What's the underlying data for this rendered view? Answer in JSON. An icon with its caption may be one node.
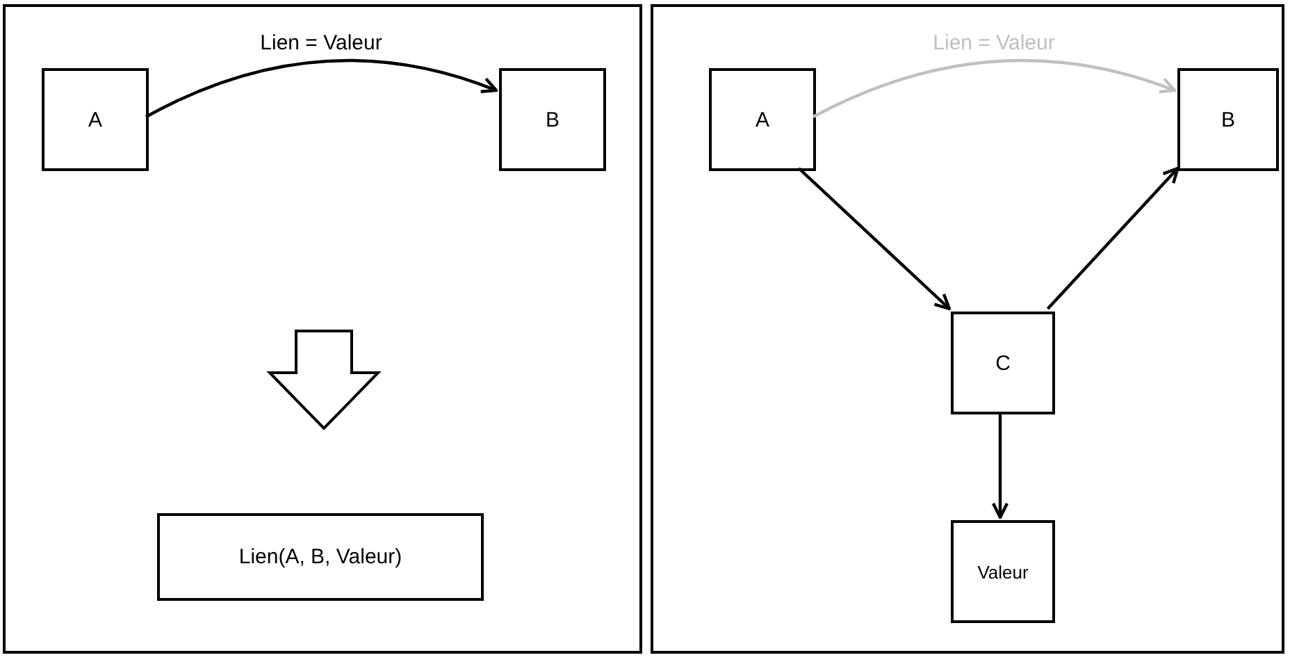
{
  "diagram": {
    "nodes": [
      {
        "text": [],
        "shape": "box"
      },
      {
        "text": [
          "A"
        ],
        "in": 0
      },
      {
        "text": [
          "B"
        ],
        "in": 0
      },
      {
        "text": [
          "Lien(A, B, Valeur)"
        ],
        "in": 0
      },
      {
        "text": [],
        "shape": "box"
      },
      {
        "text": [
          "A"
        ],
        "in": 4
      },
      {
        "text": [
          "B"
        ],
        "in": 4
      },
      {
        "text": [
          "C"
        ],
        "in": 4
      },
      {
        "text": [
          "Valeur"
        ],
        "in": 4
      }
    ],
    "edges": [
      {
        "from": 1,
        "to": 2,
        "arrow": "to",
        "label": "Lien = Valeur"
      },
      {
        "from": 5,
        "to": 6,
        "arrow": "to",
        "label": "Lien = Valeur",
        "color": "#c0c0c0"
      },
      {
        "from": 5,
        "to": 7,
        "arrow": "to"
      },
      {
        "from": 7,
        "to": 6,
        "arrow": "to"
      },
      {
        "from": 7,
        "to": 8,
        "arrow": "to"
      }
    ]
  }
}
